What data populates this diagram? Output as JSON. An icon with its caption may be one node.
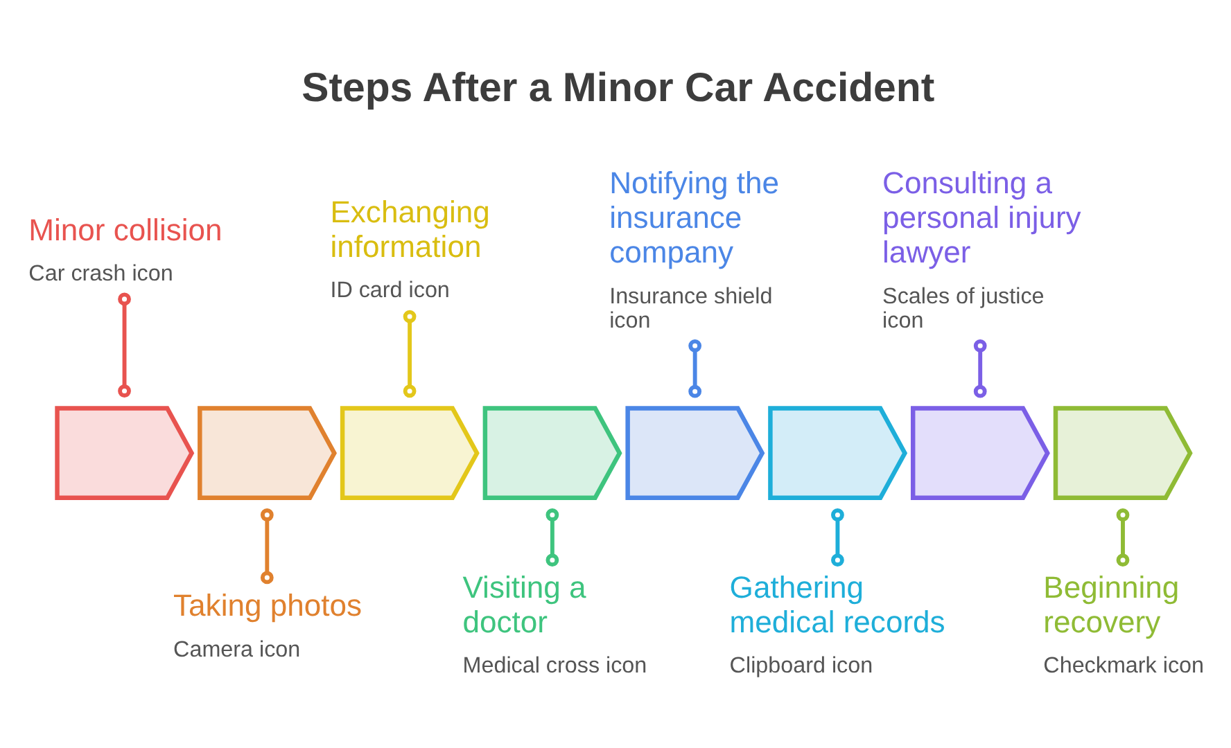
{
  "diagram": {
    "title": "Steps After a Minor Car Accident",
    "nodes": [
      {
        "text": [],
        "shape": "chevron"
      },
      {
        "text": [],
        "shape": "chevron"
      },
      {
        "text": [],
        "shape": "chevron"
      },
      {
        "text": [],
        "shape": "chevron"
      },
      {
        "text": [],
        "shape": "chevron"
      },
      {
        "text": [],
        "shape": "chevron"
      },
      {
        "text": [],
        "shape": "chevron"
      },
      {
        "text": [],
        "shape": "chevron"
      },
      {
        "text": [
          "Minor collision",
          "Car crash icon"
        ]
      },
      {
        "text": [
          "Taking photos",
          "Camera icon"
        ]
      },
      {
        "text": [
          "Exchanging information",
          "ID card icon"
        ]
      },
      {
        "text": [
          "Visiting a doctor",
          "Medical cross icon"
        ]
      },
      {
        "text": [
          "Notifying the insurance company",
          "Insurance shield icon"
        ]
      },
      {
        "text": [
          "Gathering medical records",
          "Clipboard icon"
        ]
      },
      {
        "text": [
          "Consulting a personal injury lawyer",
          "Scales of justice icon"
        ]
      },
      {
        "text": [
          "Beginning recovery",
          "Checkmark icon"
        ]
      }
    ],
    "edges": [
      {
        "from": 8,
        "to": 0,
        "arrow": "other",
        "color": "#e8534f"
      },
      {
        "from": 1,
        "to": 9,
        "arrow": "other",
        "color": "#e0812e"
      },
      {
        "from": 10,
        "to": 2,
        "arrow": "other",
        "color": "#e3c71a"
      },
      {
        "from": 3,
        "to": 11,
        "arrow": "other",
        "color": "#3ec47e"
      },
      {
        "from": 12,
        "to": 4,
        "arrow": "other",
        "color": "#4b86e6"
      },
      {
        "from": 5,
        "to": 13,
        "arrow": "other",
        "color": "#1eaed9"
      },
      {
        "from": 14,
        "to": 6,
        "arrow": "other",
        "color": "#7b5fe6"
      },
      {
        "from": 7,
        "to": 15,
        "arrow": "other",
        "color": "#8fbb35"
      }
    ]
  }
}
